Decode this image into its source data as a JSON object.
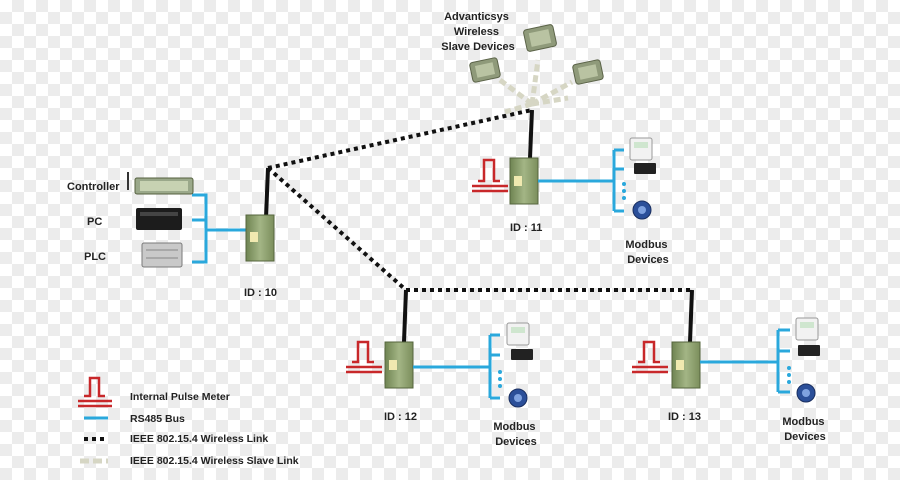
{
  "labels": {
    "slave_devices": [
      "Advanticsys",
      "Wireless",
      "Slave Devices"
    ],
    "controller": "Controller",
    "pc": "PC",
    "plc": "PLC",
    "id10": "ID : 10",
    "id11": "ID : 11",
    "id12": "ID : 12",
    "id13": "ID : 13",
    "modbus_devices": [
      "Modbus",
      "Devices"
    ]
  },
  "legend": {
    "pulse_meter": "Internal Pulse Meter",
    "rs485": "RS485 Bus",
    "wireless_link": "IEEE 802.15.4 Wireless Link",
    "slave_link": "IEEE 802.15.4 Wireless Slave Link"
  },
  "colors": {
    "rs485": "#2aa8dc",
    "pulse": "#c8282a",
    "wireless": "#111111",
    "slave_link": "#d6d6c4",
    "module": "#8a9e6a"
  }
}
